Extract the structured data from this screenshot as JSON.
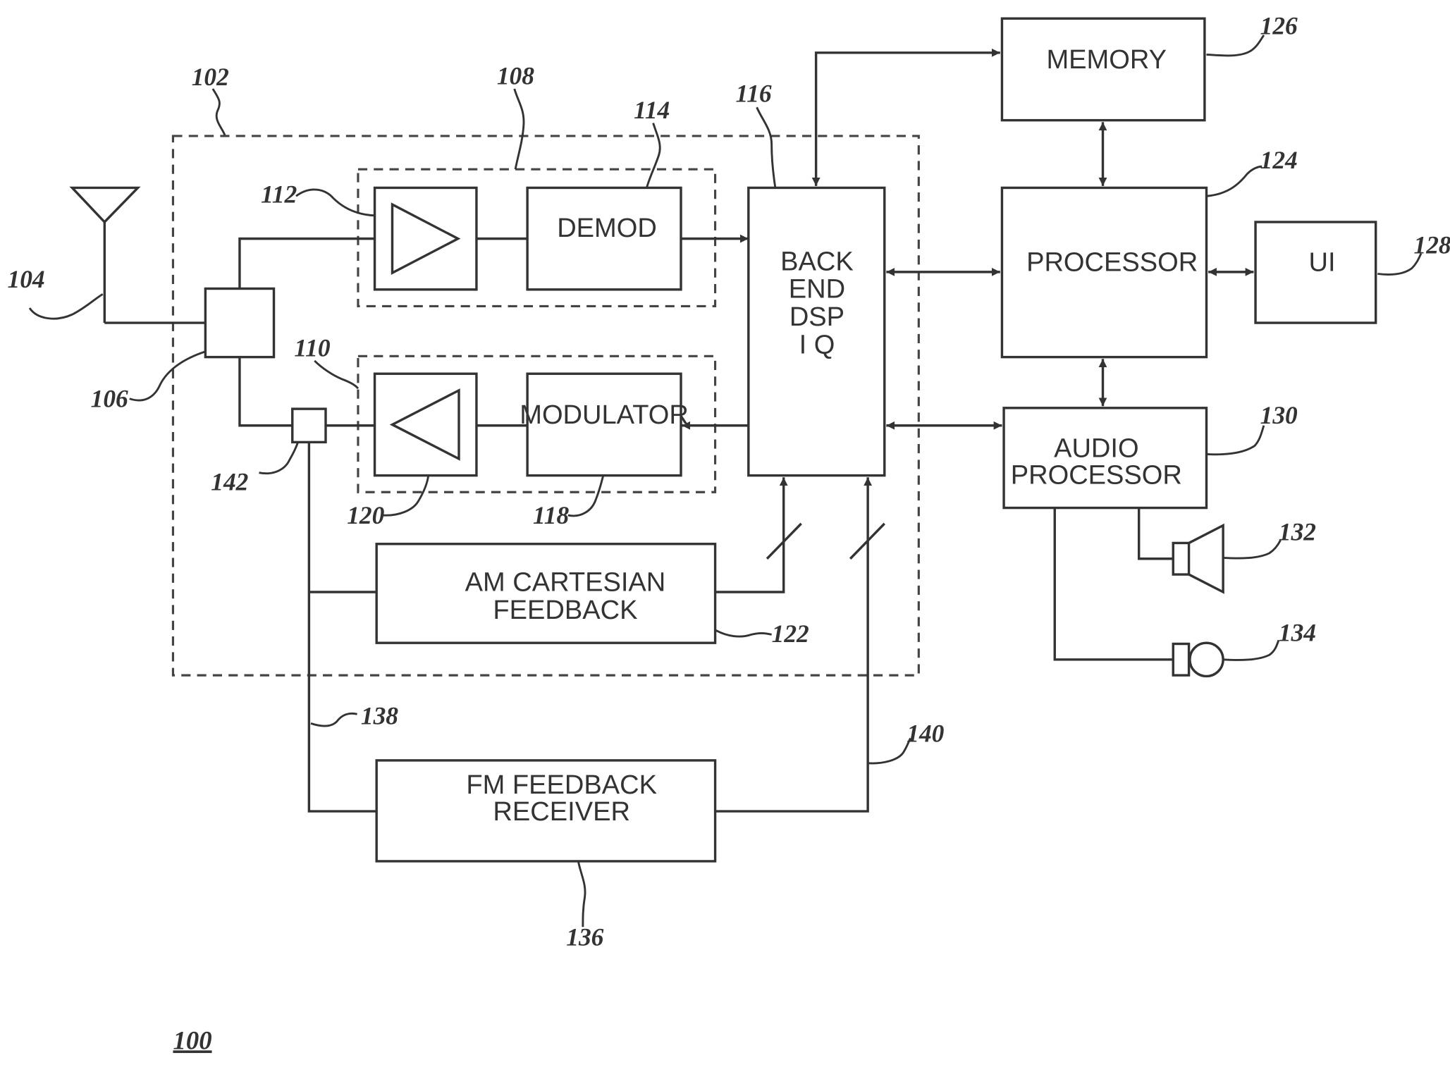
{
  "figure_label": "100",
  "blocks": {
    "demod": "DEMOD",
    "modulator": "MODULATOR",
    "back_end": [
      "BACK",
      "END",
      "DSP",
      "I Q"
    ],
    "memory": "MEMORY",
    "processor": "PROCESSOR",
    "ui": "UI",
    "audio_processor": [
      "AUDIO",
      "PROCESSOR"
    ],
    "am_feedback": [
      "AM CARTESIAN",
      "FEEDBACK"
    ],
    "fm_feedback": [
      "FM FEEDBACK",
      "RECEIVER"
    ]
  },
  "refs": {
    "r102": "102",
    "r104": "104",
    "r106": "106",
    "r108": "108",
    "r110": "110",
    "r112": "112",
    "r114": "114",
    "r116": "116",
    "r118": "118",
    "r120": "120",
    "r122": "122",
    "r124": "124",
    "r126": "126",
    "r128": "128",
    "r130": "130",
    "r132": "132",
    "r134": "134",
    "r136": "136",
    "r138": "138",
    "r140": "140",
    "r142": "142"
  }
}
